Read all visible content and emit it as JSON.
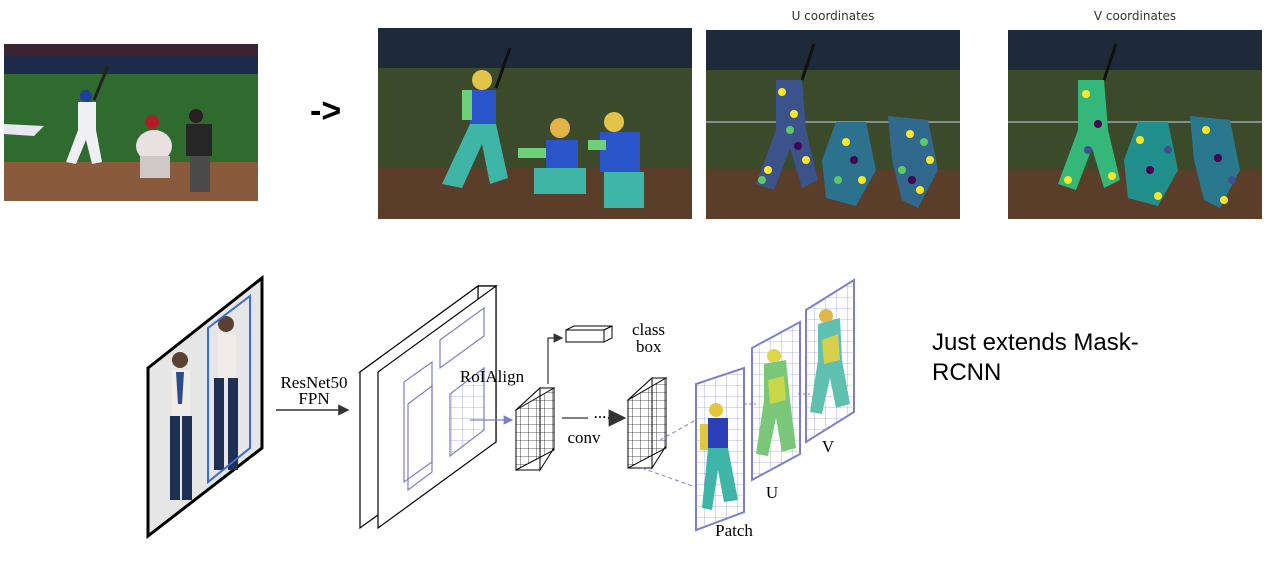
{
  "top": {
    "transform_arrow": "->",
    "panel_u_title": "U coordinates",
    "panel_v_title": "V coordinates"
  },
  "diagram": {
    "backbone_label_line1": "ResNet50",
    "backbone_label_line2": "FPN",
    "roialign_label": "RoIAlign",
    "class_label": "class",
    "box_label": "box",
    "conv_label": "conv",
    "ellipsis": "...",
    "patch_label": "Patch",
    "u_label": "U",
    "v_label": "V"
  },
  "note": {
    "line1": "Just extends Mask-",
    "line2": "RCNN"
  },
  "colors": {
    "field_green": "#2f6b2e",
    "dirt": "#8a5a3c",
    "stands": "#1d2a4a",
    "diagram_blue": "#7d7fc6",
    "viridis_dark": "#440154",
    "viridis_mid": "#21908c",
    "viridis_light": "#fde725"
  }
}
